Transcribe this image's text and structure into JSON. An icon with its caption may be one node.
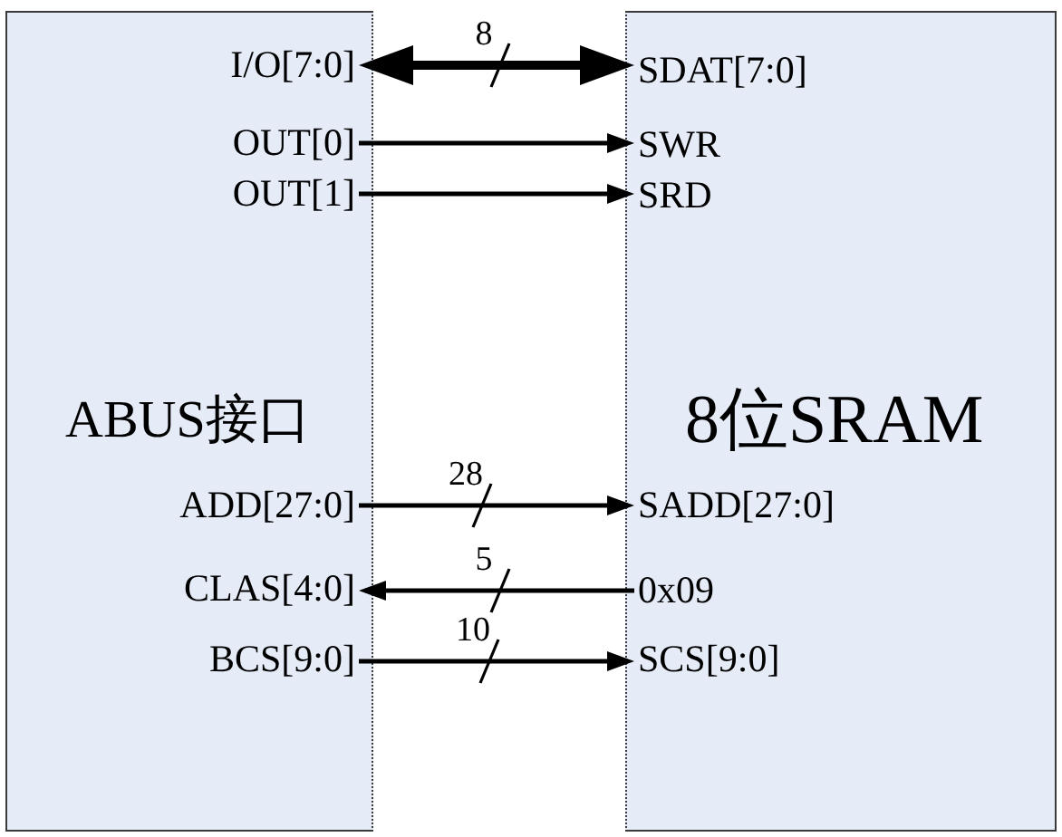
{
  "diagram": {
    "nodes": [
      {
        "text": [
          "ABUS接口"
        ]
      },
      {
        "text": [
          "I/O[7:0]"
        ],
        "in": 0
      },
      {
        "text": [
          "OUT[0]"
        ],
        "in": 0
      },
      {
        "text": [
          "OUT[1]"
        ],
        "in": 0
      },
      {
        "text": [
          "ADD[27:0]"
        ],
        "in": 0
      },
      {
        "text": [
          "CLAS[4:0]"
        ],
        "in": 0
      },
      {
        "text": [
          "BCS[9:0]"
        ],
        "in": 0
      },
      {
        "text": [
          "8位SRAM"
        ]
      },
      {
        "text": [
          "SDAT[7:0]"
        ],
        "in": 7
      },
      {
        "text": [
          "SWR"
        ],
        "in": 7
      },
      {
        "text": [
          "SRD"
        ],
        "in": 7
      },
      {
        "text": [
          "SADD[27:0]"
        ],
        "in": 7
      },
      {
        "text": [
          "0x09"
        ],
        "in": 7
      },
      {
        "text": [
          "SCS[9:0]"
        ],
        "in": 7
      }
    ],
    "edges": [
      {
        "from": 1,
        "to": 8,
        "arrow": "both",
        "label": "8",
        "style": "thick"
      },
      {
        "from": 2,
        "to": 9,
        "arrow": "to"
      },
      {
        "from": 3,
        "to": 10,
        "arrow": "to"
      },
      {
        "from": 4,
        "to": 11,
        "arrow": "to",
        "label": "28"
      },
      {
        "from": 12,
        "to": 5,
        "arrow": "to",
        "label": "5"
      },
      {
        "from": 6,
        "to": 13,
        "arrow": "to",
        "label": "10"
      }
    ]
  }
}
